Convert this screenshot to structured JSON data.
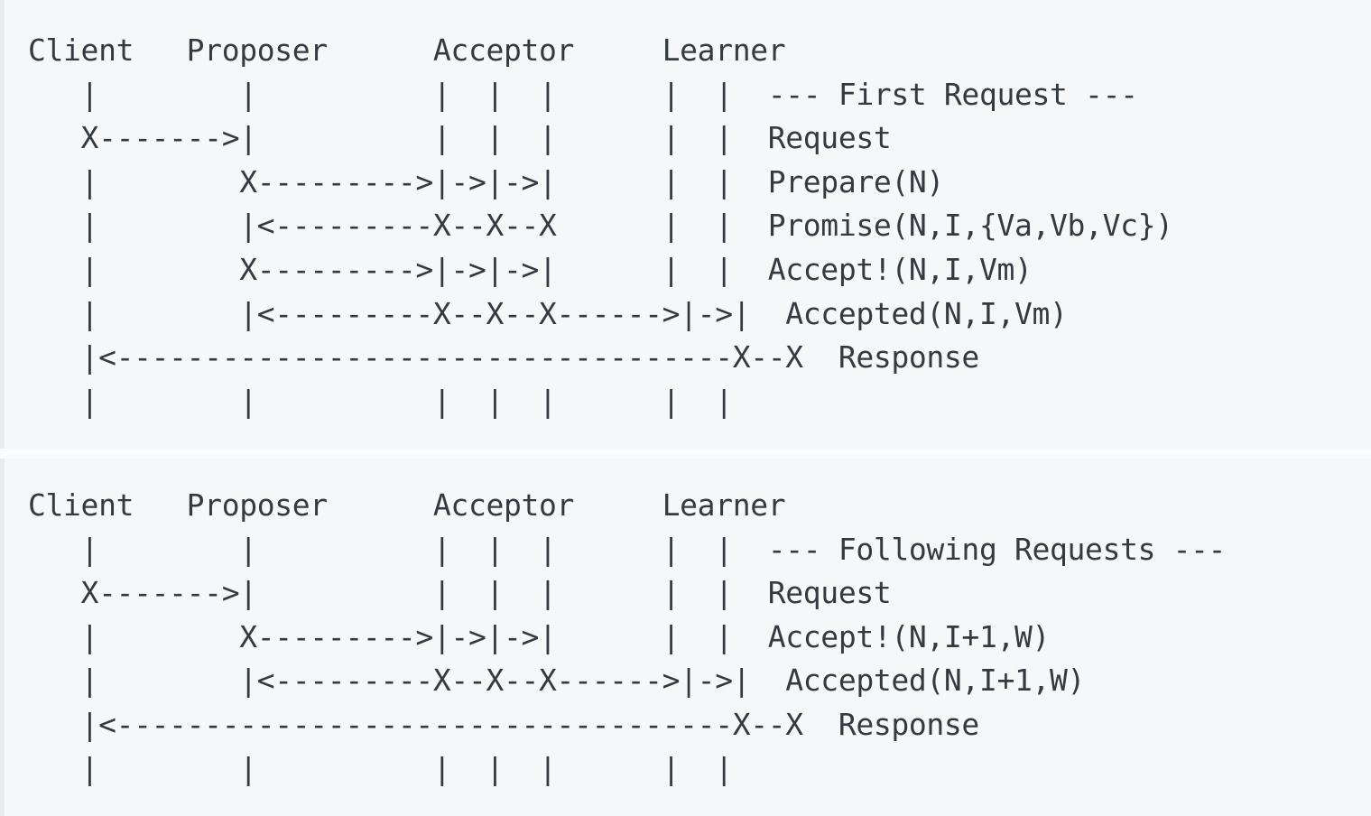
{
  "document": {
    "title": "Paxos Protocol Message Flow (ASCII sequence diagram)",
    "background_color": "#f5f7f9",
    "text_color": "#343a40",
    "page_background_color": "#eef1f4"
  },
  "columns": {
    "headers": [
      "Client",
      "Proposer",
      "Acceptor",
      "Learner"
    ],
    "roles": {
      "client": "Client",
      "proposer": "Proposer",
      "acceptor": "Acceptor",
      "learner": "Learner"
    }
  },
  "panels": [
    {
      "id": "first-request",
      "section_label": "--- First Request ---",
      "header_line": "Client   Proposer      Acceptor     Learner",
      "messages": [
        "Request",
        "Prepare(N)",
        "Promise(N,I,{Va,Vb,Vc})",
        "Accept!(N,I,Vm)",
        "Accepted(N,I,Vm)",
        "Response"
      ],
      "lines": [
        "Client   Proposer      Acceptor     Learner",
        "   |        |          |  |  |      |  |  --- First Request ---",
        "   X------->|          |  |  |      |  |  Request",
        "   |        X--------->|->|->|      |  |  Prepare(N)",
        "   |        |<---------X--X--X      |  |  Promise(N,I,{Va,Vb,Vc})",
        "   |        X--------->|->|->|      |  |  Accept!(N,I,Vm)",
        "   |        |<---------X--X--X------>|->|  Accepted(N,I,Vm)",
        "   |<-----------------------------------X--X  Response",
        "   |        |          |  |  |      |  |"
      ]
    },
    {
      "id": "following-requests",
      "section_label": "--- Following Requests ---",
      "header_line": "Client   Proposer      Acceptor     Learner",
      "messages": [
        "Request",
        "Accept!(N,I+1,W)",
        "Accepted(N,I+1,W)",
        "Response"
      ],
      "lines": [
        "Client   Proposer      Acceptor     Learner",
        "   |        |          |  |  |      |  |  --- Following Requests ---",
        "   X------->|          |  |  |      |  |  Request",
        "   |        X--------->|->|->|      |  |  Accept!(N,I+1,W)",
        "   |        |<---------X--X--X------>|->|  Accepted(N,I+1,W)",
        "   |<-----------------------------------X--X  Response",
        "   |        |          |  |  |      |  |"
      ]
    }
  ],
  "ascii_art": {
    "first_request": [
      "Client   Proposer      Acceptor     Learner",
      "   |        |          |  |  |      |  |  --- First Request ---",
      "   X------->|          |  |  |      |  |  Request",
      "   |        X--------->|->|->|      |  |  Prepare(N)",
      "   |        |<---------X--X--X      |  |  Promise(N,I,{Va,Vb,Vc})",
      "   |        X--------->|->|->|      |  |  Accept!(N,I,Vm)",
      "   |        |<---------X--X--X------>|->|  Accepted(N,I,Vm)",
      "   |<-----------------------------------X--X  Response",
      "   |        |          |  |  |      |  |"
    ],
    "following_requests": [
      "Client   Proposer      Acceptor     Learner",
      "   |        |          |  |  |      |  |  --- Following Requests ---",
      "   X------->|          |  |  |      |  |  Request",
      "   |        X--------->|->|->|      |  |  Accept!(N,I+1,W)",
      "   |        |<---------X--X--X------>|->|  Accepted(N,I+1,W)",
      "   |<-----------------------------------X--X  Response",
      "   |        |          |  |  |      |  |"
    ]
  }
}
